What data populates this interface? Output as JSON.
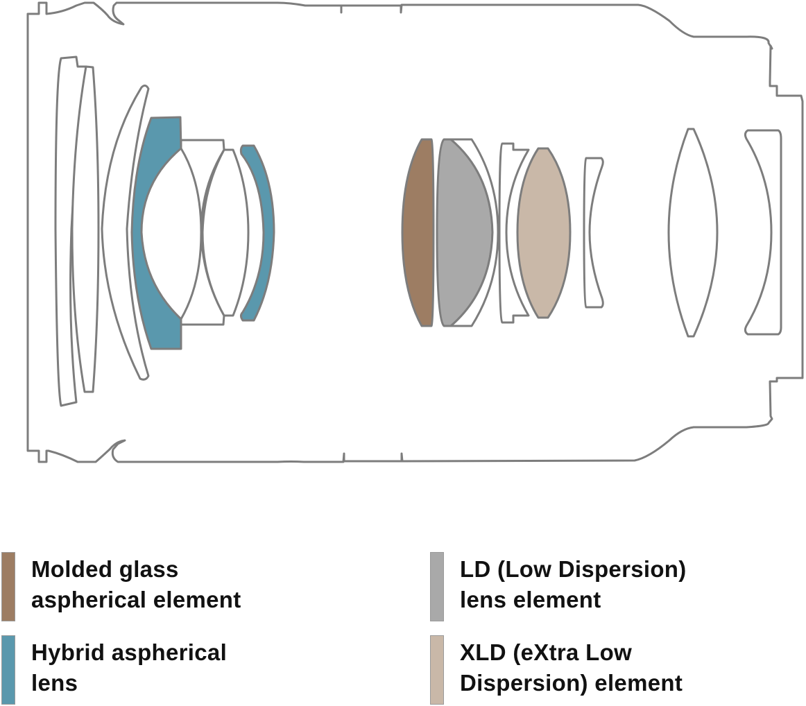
{
  "diagram": {
    "title": "Lens construction diagram",
    "colors": {
      "outline": "#7d7d7d",
      "clear": "#ffffff",
      "molded": "#9d7d63",
      "hybrid": "#5a98ad",
      "ld": "#a9a9a9",
      "xld": "#c9b8a8"
    },
    "elements": [
      {
        "id": "e1",
        "type": "standard",
        "fill_key": "clear"
      },
      {
        "id": "e2",
        "type": "standard",
        "fill_key": "clear"
      },
      {
        "id": "e3",
        "type": "standard",
        "fill_key": "clear"
      },
      {
        "id": "e4",
        "type": "hybrid-aspherical",
        "fill_key": "hybrid"
      },
      {
        "id": "e5",
        "type": "standard",
        "fill_key": "clear"
      },
      {
        "id": "e6",
        "type": "standard",
        "fill_key": "clear"
      },
      {
        "id": "e7",
        "type": "hybrid-aspherical",
        "fill_key": "hybrid"
      },
      {
        "id": "e8",
        "type": "molded-glass-aspherical",
        "fill_key": "molded"
      },
      {
        "id": "e9",
        "type": "ld",
        "fill_key": "ld"
      },
      {
        "id": "e10",
        "type": "standard",
        "fill_key": "clear"
      },
      {
        "id": "e11",
        "type": "standard",
        "fill_key": "clear"
      },
      {
        "id": "e12",
        "type": "xld",
        "fill_key": "xld"
      },
      {
        "id": "e13",
        "type": "standard",
        "fill_key": "clear"
      },
      {
        "id": "e14",
        "type": "standard",
        "fill_key": "clear"
      },
      {
        "id": "e15",
        "type": "standard",
        "fill_key": "clear"
      }
    ]
  },
  "legend": {
    "items": [
      {
        "key": "molded",
        "color": "#9d7d63",
        "lines": [
          "Molded glass",
          "aspherical element"
        ]
      },
      {
        "key": "hybrid",
        "color": "#5a98ad",
        "lines": [
          "Hybrid aspherical",
          "lens"
        ]
      },
      {
        "key": "ld",
        "color": "#a9a9a9",
        "lines": [
          "LD (Low Dispersion)",
          "lens element"
        ]
      },
      {
        "key": "xld",
        "color": "#c9b8a8",
        "lines": [
          "XLD (eXtra Low",
          "Dispersion) element"
        ]
      }
    ]
  }
}
